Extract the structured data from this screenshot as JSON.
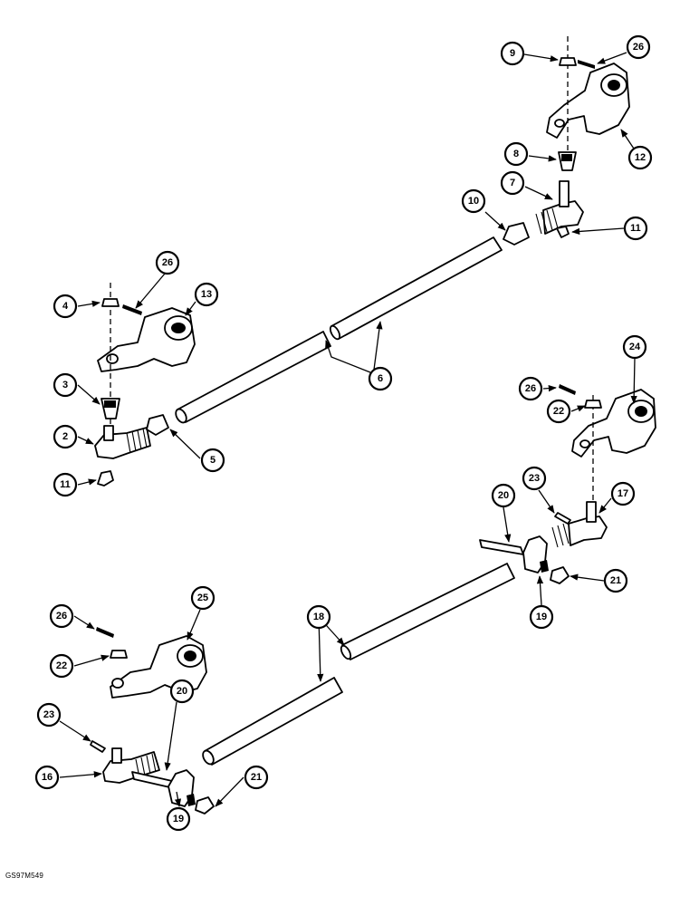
{
  "figure_code": "GS97M549",
  "callouts": [
    "9",
    "26",
    "12",
    "8",
    "7",
    "10",
    "11",
    "26",
    "4",
    "13",
    "3",
    "6",
    "2",
    "5",
    "11",
    "26",
    "24",
    "22",
    "23",
    "17",
    "20",
    "21",
    "19",
    "18",
    "26",
    "25",
    "22",
    "20",
    "23",
    "16",
    "19",
    "21"
  ]
}
